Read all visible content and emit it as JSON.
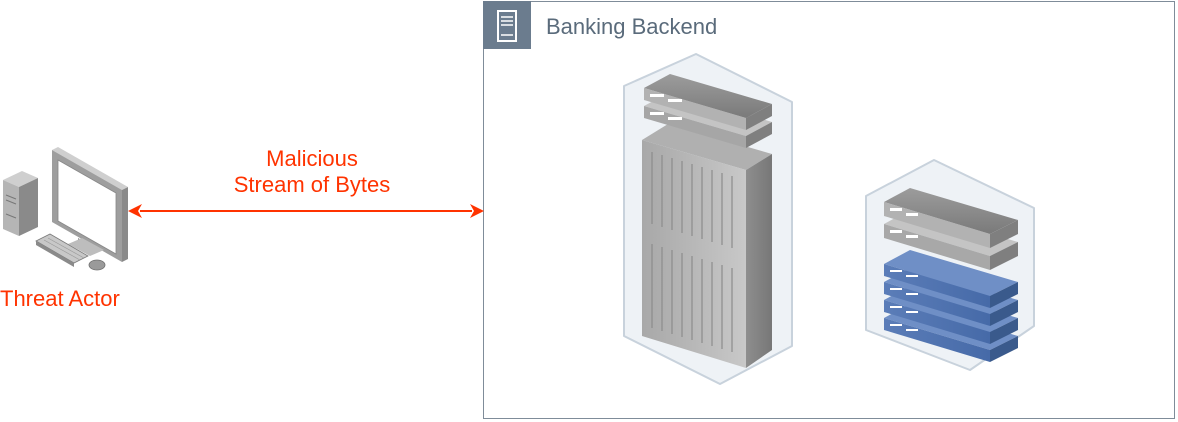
{
  "group": {
    "title": "Banking Backend",
    "icon": "server-rack-icon",
    "border_color": "#7f8c99",
    "tab_color": "#6b7c8e"
  },
  "actor": {
    "label": "Threat Actor",
    "icon": "desktop-computer-icon"
  },
  "connection": {
    "label_line1": "Malicious",
    "label_line2": "Stream of Bytes",
    "color": "#ff3300",
    "direction": "bidirectional"
  },
  "nodes": [
    {
      "icon": "tall-server-rack-icon"
    },
    {
      "icon": "blade-server-stack-icon"
    }
  ]
}
